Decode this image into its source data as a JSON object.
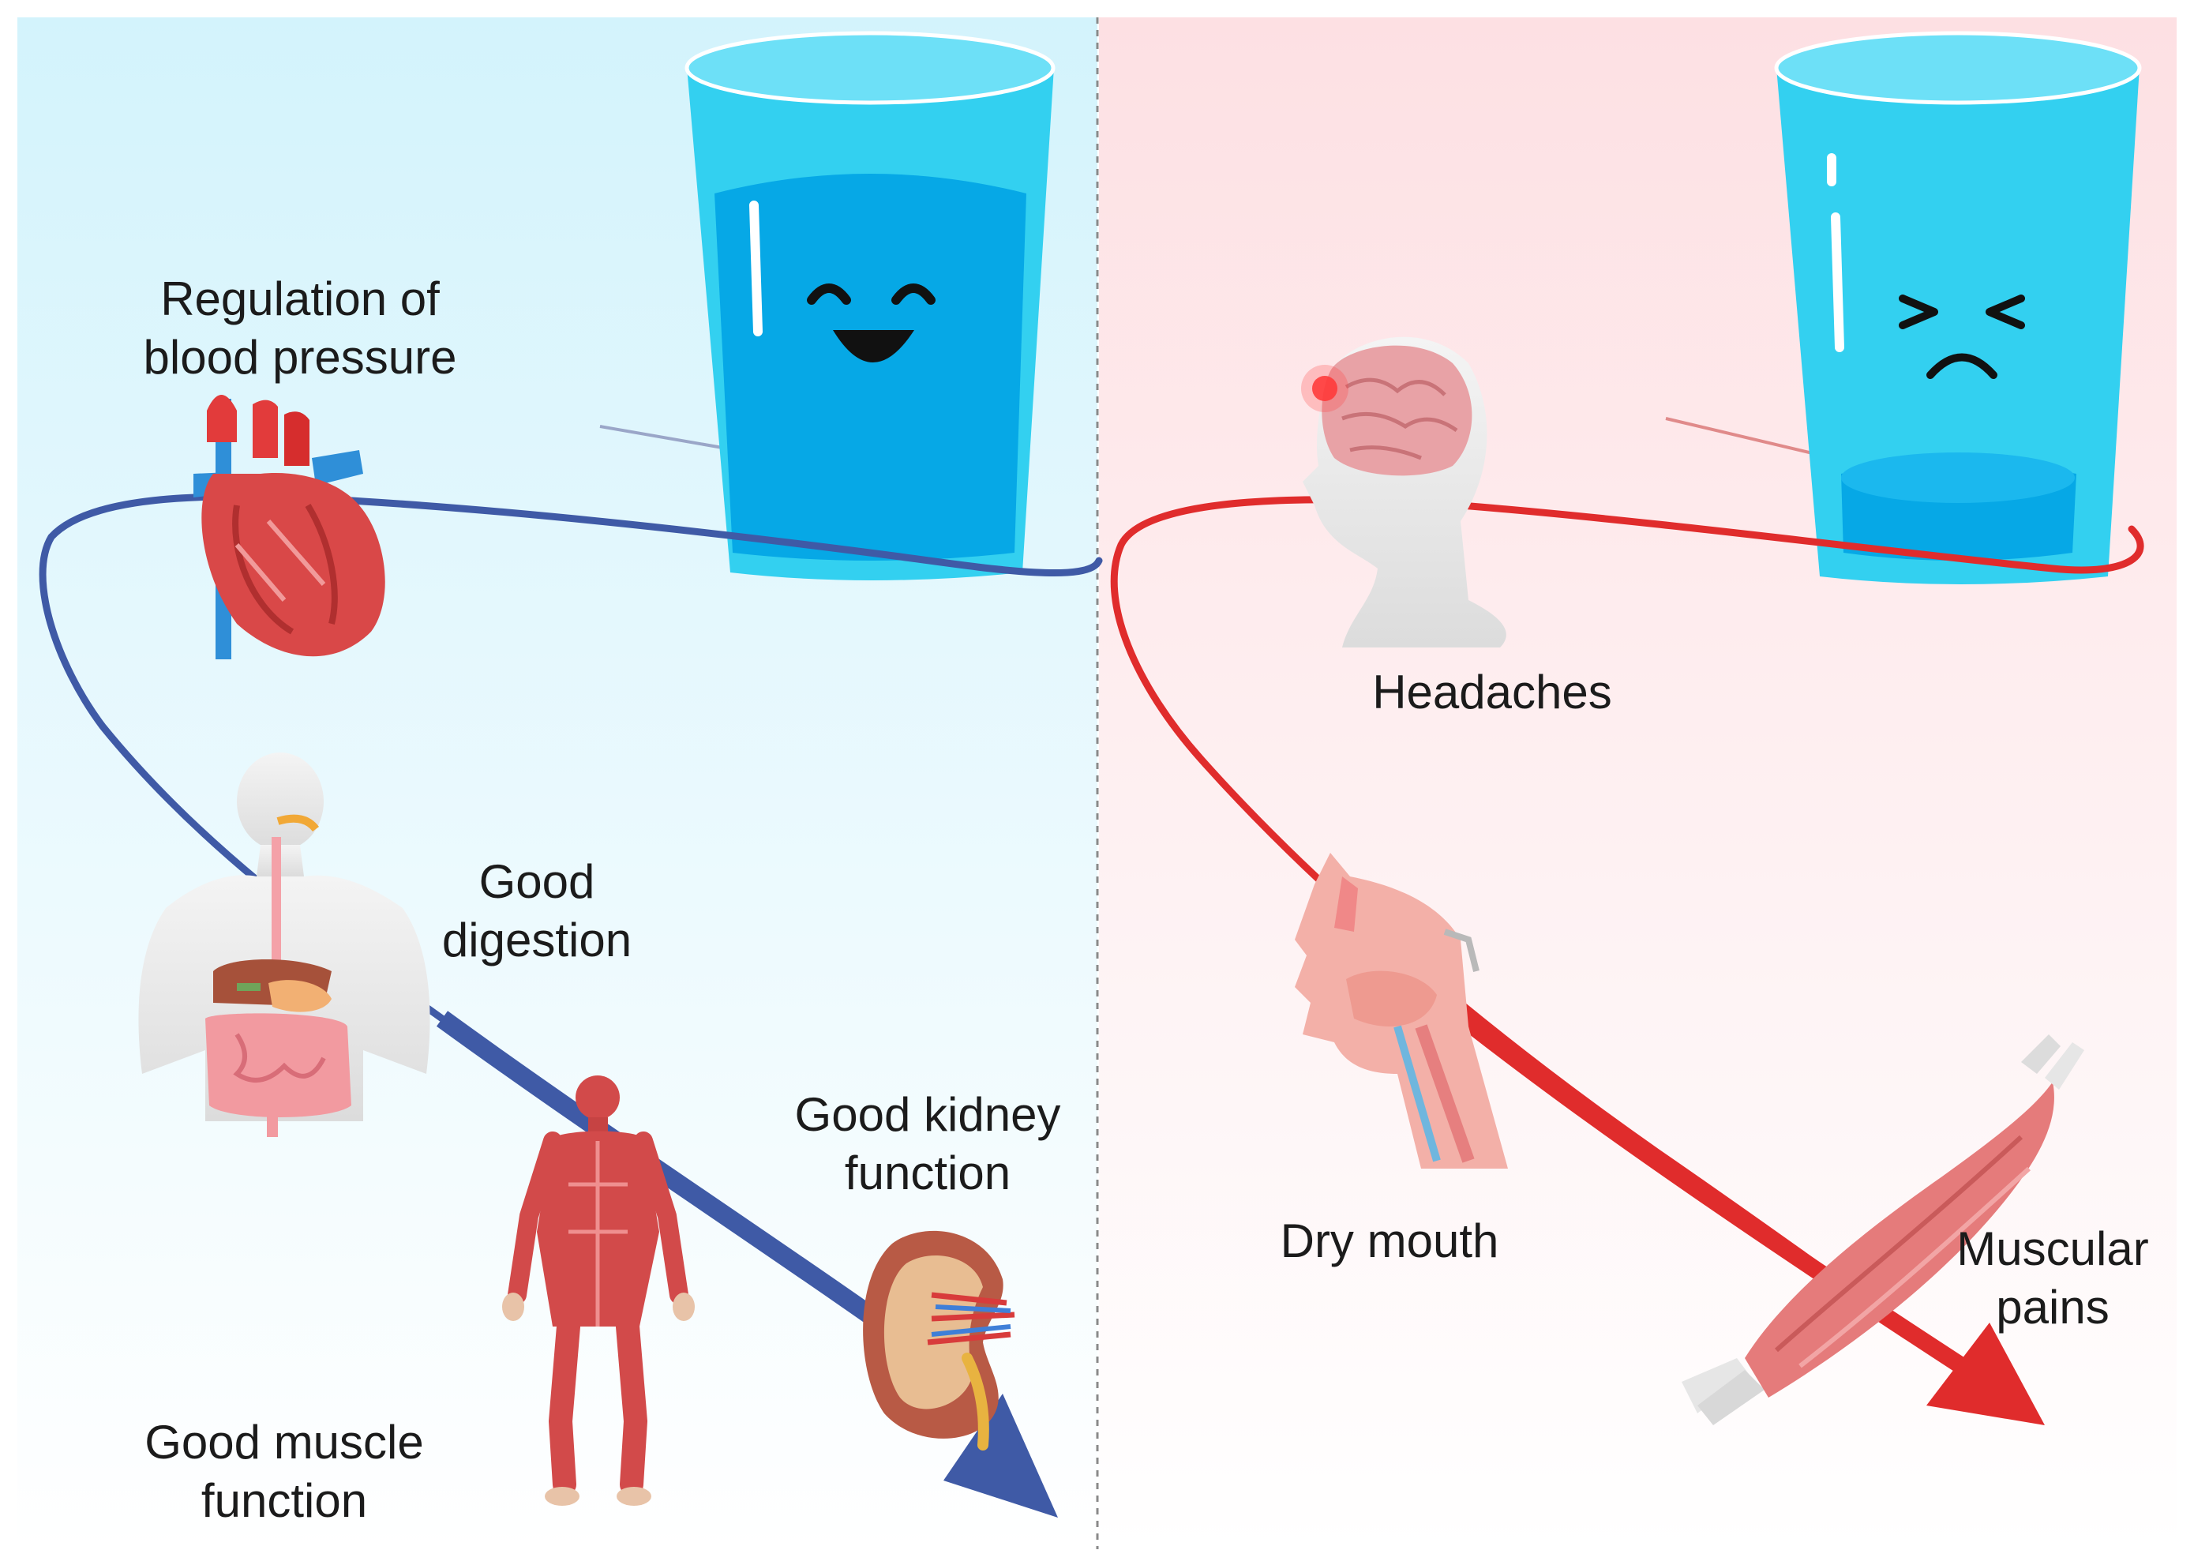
{
  "colors": {
    "left_panel_top": "#d3f3fc",
    "left_panel_bottom": "#ffffff",
    "right_panel_top": "#fde0e3",
    "right_panel_bottom": "#ffffff",
    "hydrated_arrow": "#3f5aa6",
    "dehydrated_arrow": "#e02c2c",
    "glass_body": "#33d0f0",
    "glass_water": "#06a8e6",
    "divider": "#8a8a8a"
  },
  "icons": {
    "happy_glass": "happy-water-glass-icon",
    "sad_glass": "sad-empty-glass-icon",
    "heart": "heart-icon",
    "digestive": "digestive-system-icon",
    "muscle_body": "muscular-body-icon",
    "kidney": "kidney-icon",
    "head": "head-brain-icon",
    "mouth": "mouth-throat-icon",
    "muscle": "muscle-icon"
  },
  "hydrated": {
    "blood_pressure": [
      "Regulation of",
      "blood pressure"
    ],
    "digestion": [
      "Good",
      "digestion"
    ],
    "kidney": [
      "Good kidney",
      "function"
    ],
    "muscle": [
      "Good muscle",
      "function"
    ]
  },
  "dehydrated": {
    "headaches": [
      "Headaches"
    ],
    "dry_mouth": [
      "Dry mouth"
    ],
    "muscular_pains": [
      "Muscular",
      "pains"
    ]
  }
}
